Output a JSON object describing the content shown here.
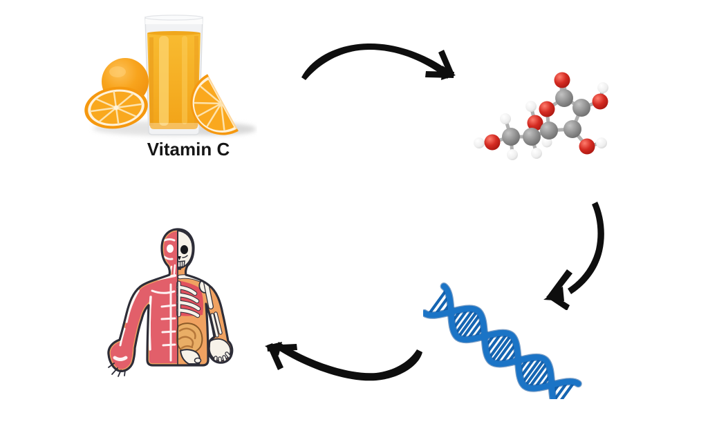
{
  "diagram": {
    "caption": "Vitamin C",
    "flow_order": [
      "orange-juice",
      "ascorbic-acid-molecule",
      "dna-double-helix",
      "human-anatomy-figure"
    ],
    "nodes": [
      {
        "id": "orange-juice",
        "icon": "orange-juice-glass-icon",
        "label": "Vitamin C"
      },
      {
        "id": "ascorbic-acid-molecule",
        "icon": "molecule-ball-stick-icon",
        "label": ""
      },
      {
        "id": "dna-double-helix",
        "icon": "dna-helix-icon",
        "label": ""
      },
      {
        "id": "human-anatomy-figure",
        "icon": "half-muscle-half-skeleton-body-icon",
        "label": ""
      }
    ],
    "connectors": [
      {
        "id": "arrow-juice-to-molecule",
        "direction": "right"
      },
      {
        "id": "arrow-molecule-to-dna",
        "direction": "down-left"
      },
      {
        "id": "arrow-dna-to-body",
        "direction": "left"
      }
    ],
    "colors": {
      "background": "#ffffff",
      "arrow_black": "#0e0e0e",
      "caption_text": "#161616",
      "juice_orange": "#f5ad22",
      "juice_highlight": "#fbd26b",
      "orange_fruit": "#f6990f",
      "orange_flesh": "#f9a81e",
      "orange_pith": "#fff2d9",
      "molecule_carbon": "#8a8a8a",
      "molecule_oxygen": "#d42b22",
      "molecule_hydrogen": "#efefef",
      "molecule_bond": "#b0b0b0",
      "dna_blue": "#1b74c6",
      "dna_rung_blue": "#1565b2",
      "skin_tone": "#f0a261",
      "muscle_red": "#e25f6a",
      "rib_red": "#e0515e",
      "bone_white": "#f7f2e9",
      "intestine_tan": "#e9ae66",
      "outline_dark": "#2d2d38"
    }
  }
}
